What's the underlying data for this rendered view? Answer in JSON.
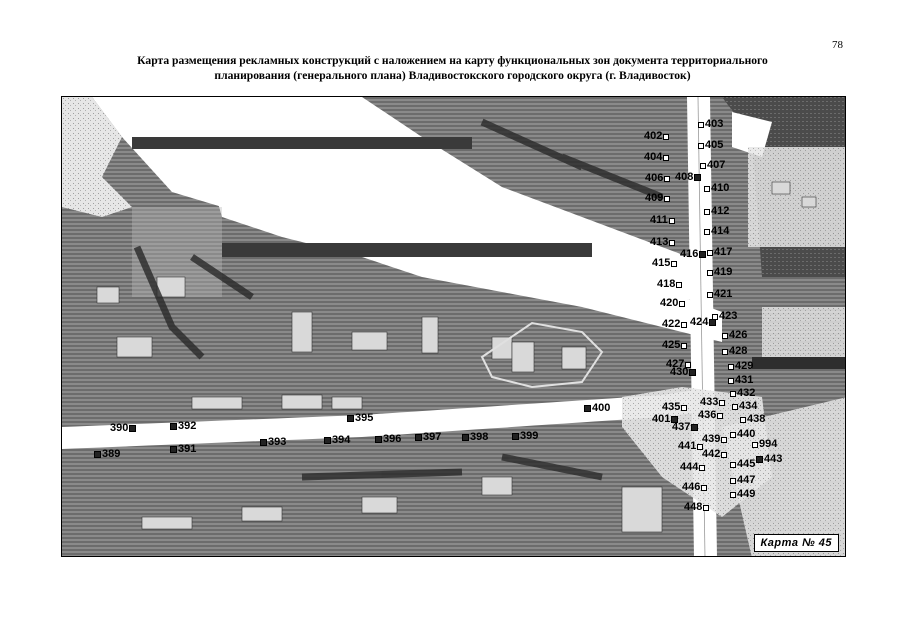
{
  "page": {
    "number": "78",
    "title_line1": "Карта размещения рекламных конструкций с наложением на карту функциональных зон документа территориального",
    "title_line2": "планирования (генерального плана) Владивостокского городского округа (г. Владивосток)"
  },
  "map": {
    "label": "Карта № 45",
    "markers": [
      {
        "id": "389",
        "style": "filled",
        "side": "right"
      },
      {
        "id": "390",
        "style": "filled",
        "side": "left"
      },
      {
        "id": "391",
        "style": "filled",
        "side": "right"
      },
      {
        "id": "392",
        "style": "filled",
        "side": "right"
      },
      {
        "id": "393",
        "style": "filled",
        "side": "right"
      },
      {
        "id": "394",
        "style": "filled",
        "side": "right"
      },
      {
        "id": "395",
        "style": "filled",
        "side": "right"
      },
      {
        "id": "396",
        "style": "filled",
        "side": "right"
      },
      {
        "id": "397",
        "style": "filled",
        "side": "right"
      },
      {
        "id": "398",
        "style": "filled",
        "side": "right"
      },
      {
        "id": "399",
        "style": "filled",
        "side": "right"
      },
      {
        "id": "400",
        "style": "filled",
        "side": "right"
      },
      {
        "id": "401",
        "style": "filled",
        "side": "left"
      },
      {
        "id": "402",
        "style": "open",
        "side": "left"
      },
      {
        "id": "403",
        "style": "open",
        "side": "right"
      },
      {
        "id": "404",
        "style": "open",
        "side": "left"
      },
      {
        "id": "405",
        "style": "open",
        "side": "right"
      },
      {
        "id": "406",
        "style": "open",
        "side": "left"
      },
      {
        "id": "407",
        "style": "open",
        "side": "right"
      },
      {
        "id": "408",
        "style": "filled",
        "side": "left"
      },
      {
        "id": "409",
        "style": "open",
        "side": "left"
      },
      {
        "id": "410",
        "style": "open",
        "side": "right"
      },
      {
        "id": "411",
        "style": "open",
        "side": "left"
      },
      {
        "id": "412",
        "style": "open",
        "side": "right"
      },
      {
        "id": "413",
        "style": "open",
        "side": "left"
      },
      {
        "id": "414",
        "style": "open",
        "side": "right"
      },
      {
        "id": "415",
        "style": "open",
        "side": "left"
      },
      {
        "id": "416",
        "style": "filled",
        "side": "left"
      },
      {
        "id": "417",
        "style": "open",
        "side": "right"
      },
      {
        "id": "418",
        "style": "open",
        "side": "left"
      },
      {
        "id": "419",
        "style": "open",
        "side": "right"
      },
      {
        "id": "420",
        "style": "open",
        "side": "left"
      },
      {
        "id": "421",
        "style": "open",
        "side": "right"
      },
      {
        "id": "422",
        "style": "open",
        "side": "left"
      },
      {
        "id": "423",
        "style": "open",
        "side": "right"
      },
      {
        "id": "424",
        "style": "filled",
        "side": "left"
      },
      {
        "id": "425",
        "style": "open",
        "side": "left"
      },
      {
        "id": "426",
        "style": "open",
        "side": "right"
      },
      {
        "id": "427",
        "style": "open",
        "side": "left"
      },
      {
        "id": "428",
        "style": "open",
        "side": "right"
      },
      {
        "id": "429",
        "style": "open",
        "side": "right"
      },
      {
        "id": "430",
        "style": "filled",
        "side": "left"
      },
      {
        "id": "431",
        "style": "open",
        "side": "right"
      },
      {
        "id": "432",
        "style": "open",
        "side": "right"
      },
      {
        "id": "433",
        "style": "open",
        "side": "left"
      },
      {
        "id": "434",
        "style": "open",
        "side": "right"
      },
      {
        "id": "435",
        "style": "open",
        "side": "left"
      },
      {
        "id": "436",
        "style": "open",
        "side": "left"
      },
      {
        "id": "437",
        "style": "filled",
        "side": "left"
      },
      {
        "id": "438",
        "style": "open",
        "side": "right"
      },
      {
        "id": "439",
        "style": "open",
        "side": "left"
      },
      {
        "id": "440",
        "style": "open",
        "side": "right"
      },
      {
        "id": "441",
        "style": "open",
        "side": "left"
      },
      {
        "id": "442",
        "style": "open",
        "side": "left"
      },
      {
        "id": "443",
        "style": "filled",
        "side": "right"
      },
      {
        "id": "444",
        "style": "open",
        "side": "left"
      },
      {
        "id": "445",
        "style": "open",
        "side": "right"
      },
      {
        "id": "446",
        "style": "open",
        "side": "left"
      },
      {
        "id": "447",
        "style": "open",
        "side": "right"
      },
      {
        "id": "448",
        "style": "open",
        "side": "left"
      },
      {
        "id": "449",
        "style": "open",
        "side": "right"
      },
      {
        "id": "994",
        "style": "open",
        "side": "right"
      }
    ]
  }
}
